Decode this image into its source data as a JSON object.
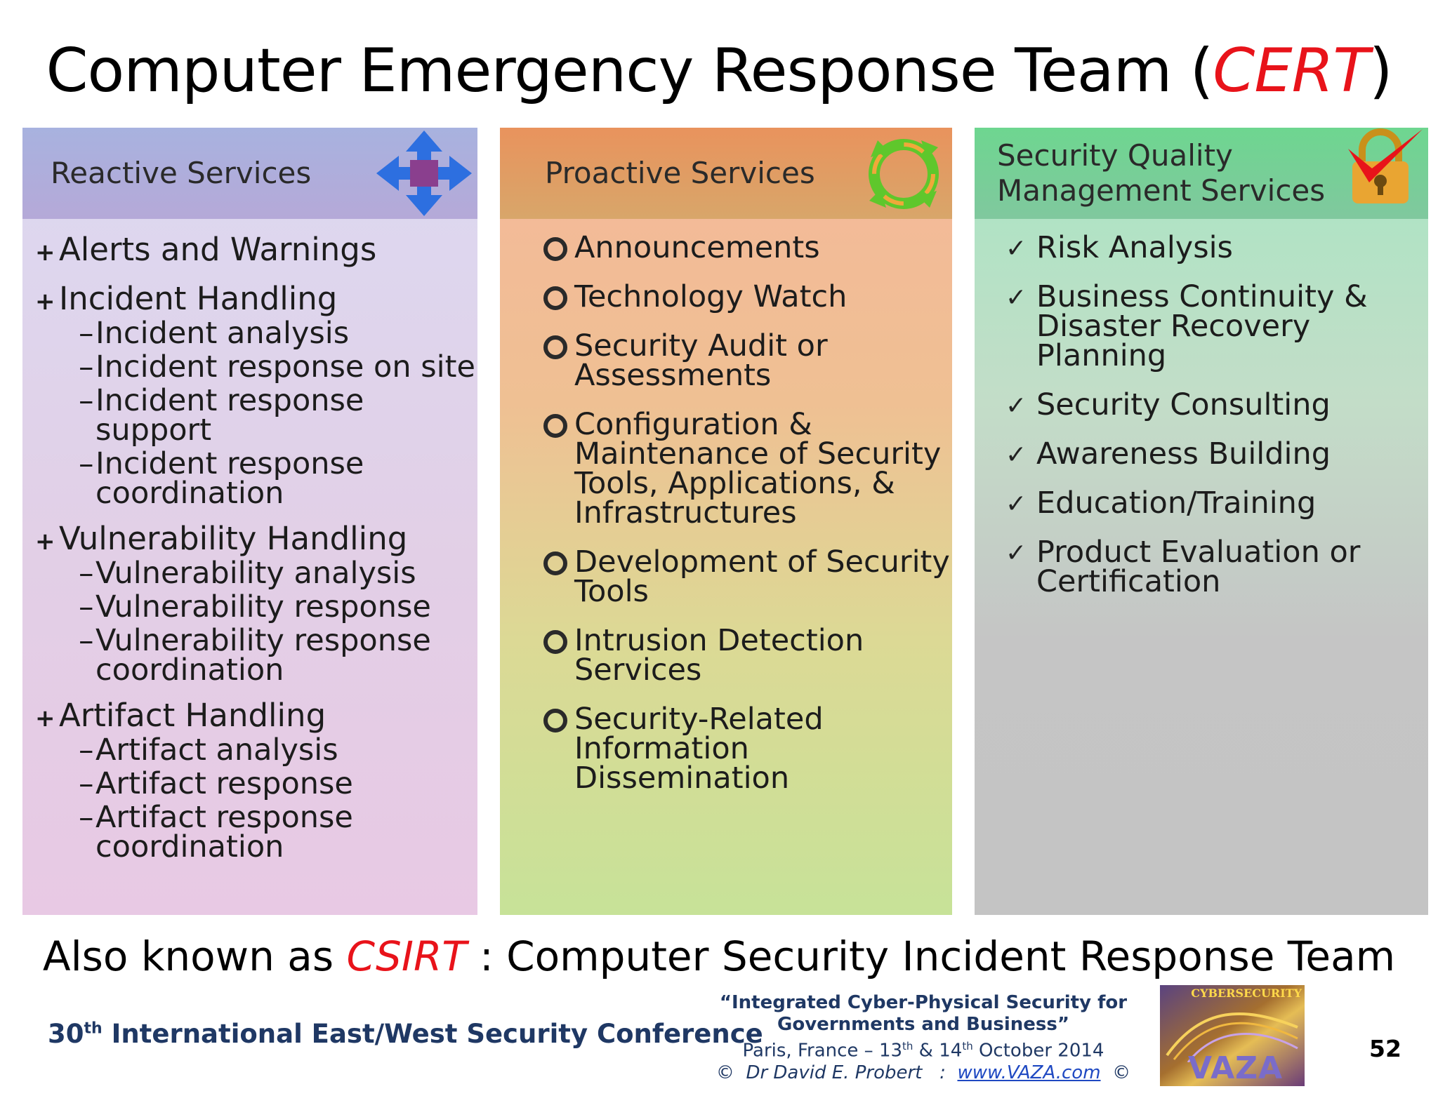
{
  "title": {
    "main": "Computer Emergency Response Team (",
    "accent": "CERT",
    "close": ")"
  },
  "panels": {
    "reactive": {
      "header": "Reactive Services",
      "icon": "four-way-arrows-icon",
      "items": [
        {
          "text": "Alerts and Warnings",
          "subs": []
        },
        {
          "text": "Incident Handling",
          "subs": [
            "Incident analysis",
            "Incident response on site",
            "Incident response support",
            "Incident response coordination"
          ]
        },
        {
          "text": "Vulnerability Handling",
          "subs": [
            "Vulnerability analysis",
            "Vulnerability response",
            "Vulnerability response coordination"
          ]
        },
        {
          "text": "Artifact Handling",
          "subs": [
            "Artifact analysis",
            "Artifact response",
            "Artifact response coordination"
          ]
        }
      ]
    },
    "proactive": {
      "header": "Proactive Services",
      "icon": "cycle-arrows-icon",
      "items": [
        "Announcements",
        "Technology Watch",
        "Security Audit or Assessments",
        "Configuration & Maintenance of Security Tools, Applications, & Infrastructures",
        "Development of Security Tools",
        "Intrusion Detection Services",
        "Security-Related Information Dissemination"
      ]
    },
    "quality": {
      "header": "Security Quality Management Services",
      "icon": "padlock-checkmark-icon",
      "items": [
        "Risk Analysis",
        "Business Continuity & Disaster Recovery Planning",
        "Security Consulting",
        "Awareness Building",
        "Education/Training",
        "Product Evaluation or Certification"
      ]
    }
  },
  "footer": {
    "prefix": "Also known as ",
    "accent": "CSIRT",
    "suffix": " : Computer Security Incident Response Team"
  },
  "conference": {
    "num": "30",
    "sup": "th",
    "rest": " International East/West Security Conference"
  },
  "event": {
    "quote_line1": "“Integrated Cyber-Physical Security for",
    "quote_line2": "Governments and Business”",
    "place": "Paris, France – 13",
    "sup1": "th",
    "amp": " & 14",
    "sup2": "th",
    "date_rest": " October 2014",
    "copyright": "©",
    "author": "Dr David E. Probert",
    "sep": ":",
    "url": "www.VAZA.com"
  },
  "logo": {
    "top_text": "CYBERSECURITY",
    "brand": "VAZA"
  },
  "page_number": "52",
  "colors": {
    "accent_red": "#e8131a",
    "navy": "#1f3864"
  }
}
